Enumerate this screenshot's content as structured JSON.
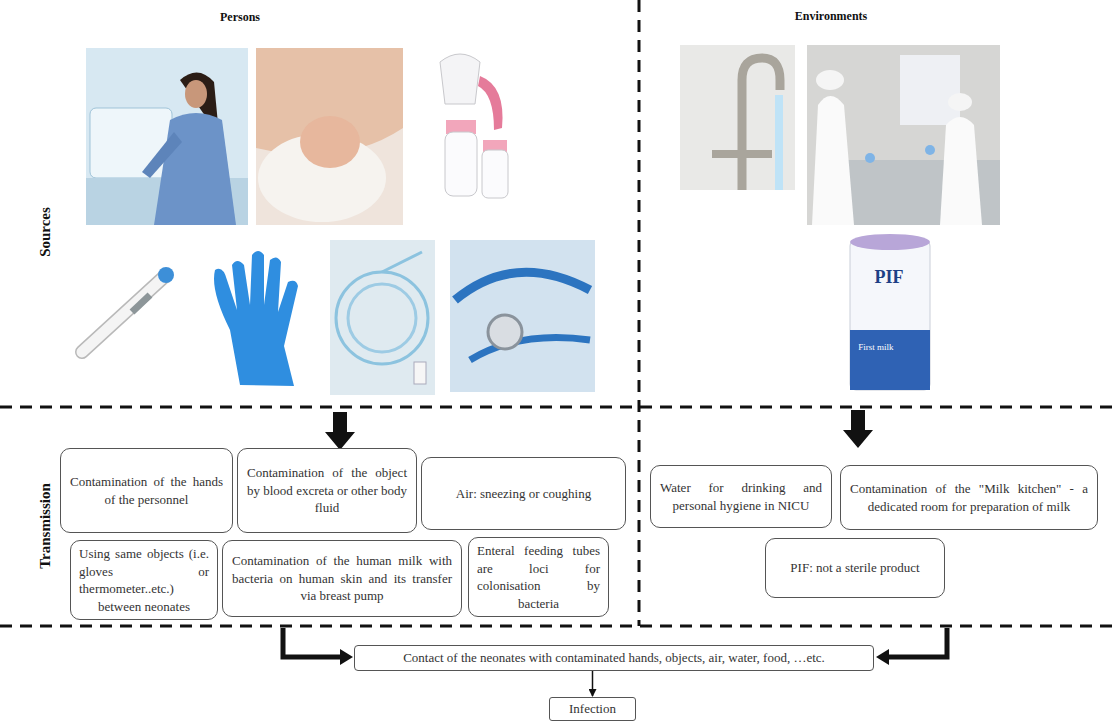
{
  "diagram": {
    "nodes": [
      {
        "text": [
          "Contamination of the hands of the personnel"
        ]
      },
      {
        "text": [
          "Contamination of the object by blood excreta or other body fluid"
        ]
      },
      {
        "text": [
          "Air: sneezing or coughing"
        ]
      },
      {
        "text": [
          "Using same objects (i.e. gloves or thermometer..etc.) between neonates"
        ]
      },
      {
        "text": [
          "Contamination of the human milk with bacteria on human skin and its transfer via breast pump"
        ]
      },
      {
        "text": [
          "Enteral feeding tubes are loci for colonisation by bacteria"
        ]
      },
      {
        "text": [
          "Water for drinking and personal hygiene in NICU"
        ]
      },
      {
        "text": [
          "Contamination of the \"Milk kitchen\" - a dedicated room for preparation of milk"
        ]
      },
      {
        "text": [
          "PIF: not a sterile product"
        ]
      },
      {
        "text": [
          "Contact of the neonates with contaminated hands, objects, air, water, food, …etc."
        ]
      },
      {
        "text": [
          "Infection"
        ]
      }
    ],
    "edges": [
      {
        "from": 9,
        "to": 10,
        "arrow": "to"
      }
    ],
    "labels": [
      "Persons",
      "Environments",
      "Sources",
      "Transmission",
      "PIF",
      "First milk"
    ]
  }
}
